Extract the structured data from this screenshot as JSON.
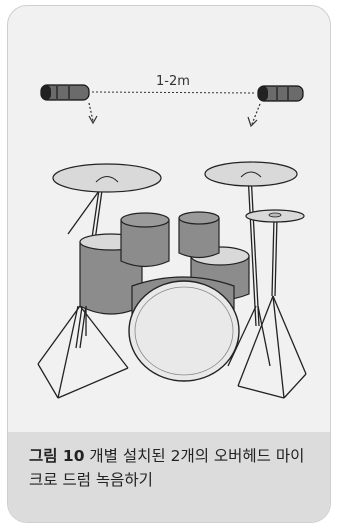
{
  "figure": {
    "distance_label": "1-2m",
    "caption_label": "그림 10",
    "caption_text": " 개별 설치된 2개의 오버헤드 마이크로 드럼 녹음하기"
  },
  "colors": {
    "card_background": "#f1f1f1",
    "caption_background": "#dcdcdc",
    "cymbal": "#d9d9d9",
    "drum_shell": "#8c8c8c",
    "bass_drum_head": "#e9e9e9",
    "microphone": "#6b6b6b"
  }
}
